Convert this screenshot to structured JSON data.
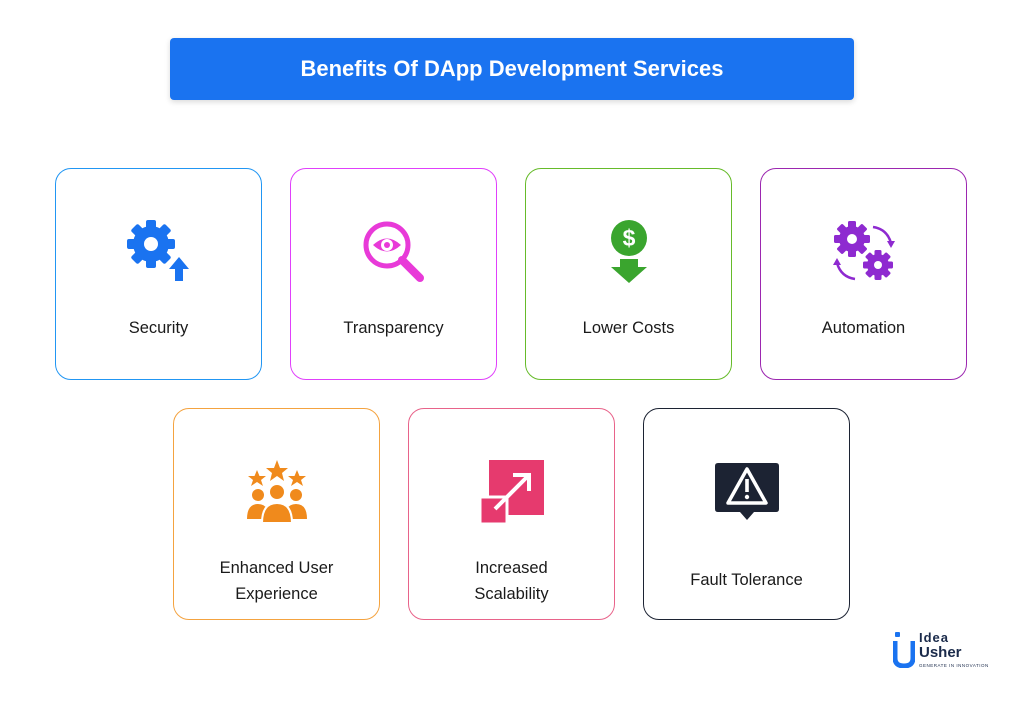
{
  "banner": {
    "title": "Benefits Of DApp Development Services",
    "color": "#1a73f0"
  },
  "cards": [
    {
      "label": "Security",
      "icon": "gear-up-arrow-icon",
      "border_color": "#2196f3",
      "icon_color": "#1a73f0"
    },
    {
      "label": "Transparency",
      "icon": "magnifier-eye-icon",
      "border_color": "#e040fb",
      "icon_color": "#e83ad8"
    },
    {
      "label": "Lower Costs",
      "icon": "dollar-down-arrow-icon",
      "border_color": "#66bb2a",
      "icon_color": "#3aa52e"
    },
    {
      "label": "Automation",
      "icon": "gears-cycle-icon",
      "border_color": "#9c27b0",
      "icon_color": "#8e2ad0"
    },
    {
      "label_line1": "Enhanced User",
      "label_line2": "Experience",
      "icon": "rated-users-icon",
      "border_color": "#f4a340",
      "icon_color": "#f08a1c"
    },
    {
      "label_line1": "Increased",
      "label_line2": "Scalability",
      "icon": "expand-arrow-icon",
      "border_color": "#e8638a",
      "icon_color": "#e63a6e"
    },
    {
      "label": "Fault Tolerance",
      "icon": "warning-sign-icon",
      "border_color": "#1c2333",
      "icon_color": "#1c2333"
    }
  ],
  "logo": {
    "line1": "Idea",
    "line2": "Usher",
    "tagline": "GENERATE IN INNOVATION",
    "color": "#1a2a4a",
    "accent": "#1a73f0"
  }
}
